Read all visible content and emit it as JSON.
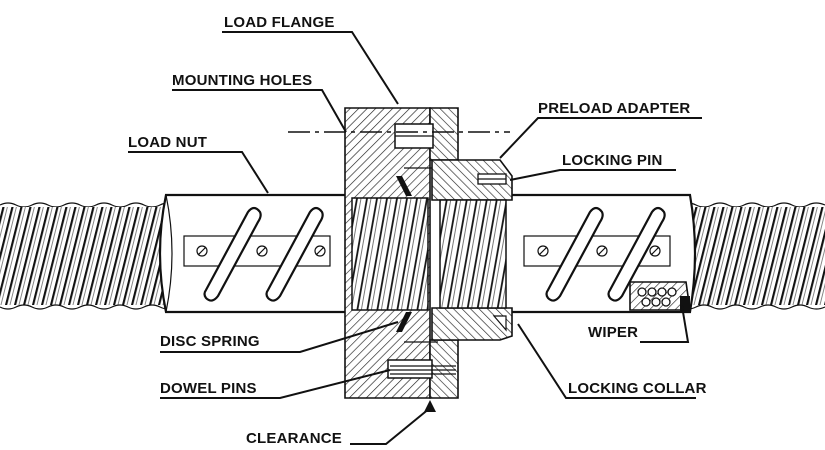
{
  "labels": {
    "load_flange": "LOAD FLANGE",
    "mounting_holes": "MOUNTING HOLES",
    "preload_adapter": "PRELOAD ADAPTER",
    "locking_pin": "LOCKING PIN",
    "load_nut": "LOAD NUT",
    "disc_spring": "DISC SPRING",
    "wiper": "WIPER",
    "dowel_pins": "DOWEL PINS",
    "locking_collar": "LOCKING COLLAR",
    "clearance": "CLEARANCE"
  }
}
